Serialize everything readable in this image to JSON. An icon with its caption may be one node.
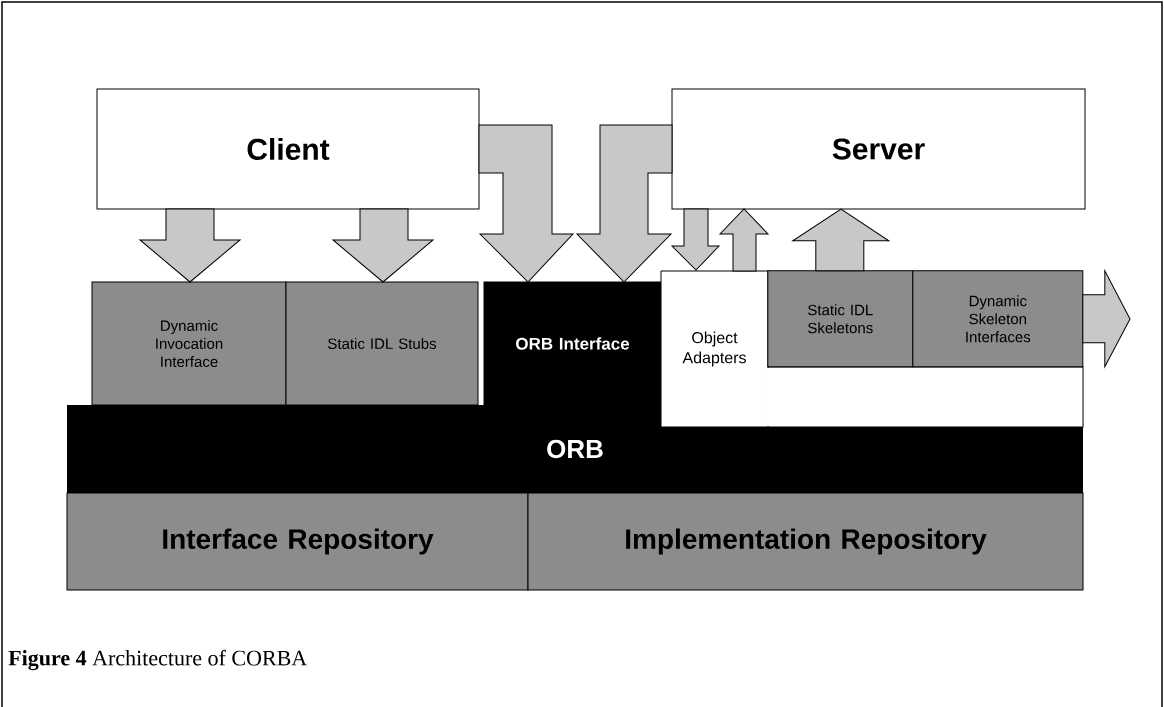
{
  "diagram": {
    "caption": "**Figure 4** Architecture of CORBA",
    "nodes": [
      {
        "text": [
          "Client"
        ]
      },
      {
        "text": [
          "Server"
        ]
      },
      {
        "text": [
          "Dynamic Invocation Interface"
        ]
      },
      {
        "text": [
          "Static IDL Stubs"
        ]
      },
      {
        "text": [
          "ORB Interface"
        ]
      },
      {
        "text": [
          "Object Adapters"
        ]
      },
      {
        "text": [
          "Static IDL Skeletons"
        ],
        "in": 5
      },
      {
        "text": [
          "Dynamic Skeleton Interfaces"
        ],
        "in": 5
      },
      {
        "text": [
          "ORB"
        ]
      },
      {
        "text": [
          "Interface Repository"
        ]
      },
      {
        "text": [
          "Implementation Repository"
        ]
      }
    ],
    "edges": [
      {
        "from": 0,
        "to": 2,
        "arrow": "to"
      },
      {
        "from": 0,
        "to": 3,
        "arrow": "to"
      },
      {
        "from": 0,
        "to": 4,
        "arrow": "to"
      },
      {
        "from": 1,
        "to": 4,
        "arrow": "to"
      },
      {
        "from": 1,
        "to": 5,
        "arrow": "to"
      },
      {
        "from": 5,
        "to": 1,
        "arrow": "to"
      },
      {
        "from": 6,
        "to": 1,
        "arrow": "to"
      },
      {
        "from": 7,
        "to": null,
        "arrow": "to"
      }
    ]
  }
}
